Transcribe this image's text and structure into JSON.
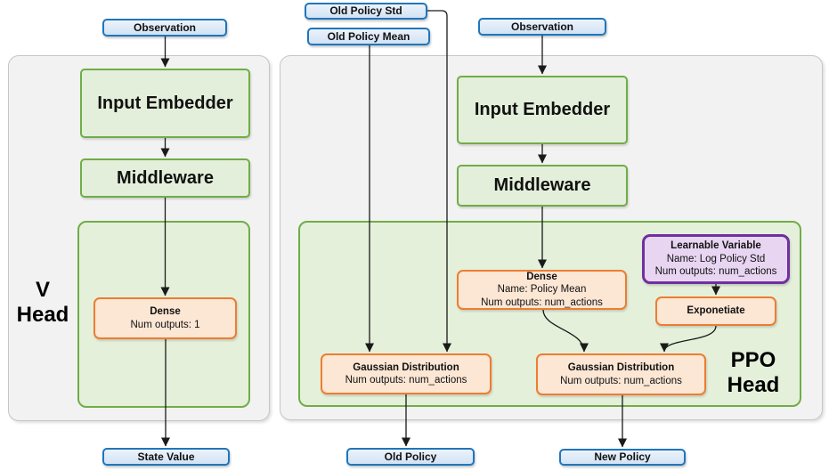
{
  "colors": {
    "blue_border": "#1f76bc",
    "blue_fill": "#dbe9f7",
    "green_border": "#70ad47",
    "green_fill": "#e3efda",
    "orange_border": "#ed7d31",
    "orange_fill": "#fce6d4",
    "purple_border": "#7030a0",
    "purple_fill": "#e8d5f2",
    "container_fill": "#f2f2f2",
    "container_border": "#c6c6c6",
    "arrow": "#1a1a1a"
  },
  "terminals": {
    "observation_left": "Observation",
    "old_policy_std": "Old Policy Std",
    "old_policy_mean": "Old Policy Mean",
    "observation_right": "Observation",
    "state_value": "State Value",
    "old_policy": "Old Policy",
    "new_policy": "New Policy"
  },
  "v_head": {
    "title_line1": "V",
    "title_line2": "Head",
    "input_embedder": "Input Embedder",
    "middleware": "Middleware",
    "dense": {
      "title": "Dense",
      "num_outputs": "Num outputs: 1"
    }
  },
  "ppo_head": {
    "title_line1": "PPO",
    "title_line2": "Head",
    "input_embedder": "Input Embedder",
    "middleware": "Middleware",
    "dense": {
      "title": "Dense",
      "name": "Name: Policy Mean",
      "num_outputs": "Num outputs: num_actions"
    },
    "learnable_variable": {
      "title": "Learnable Variable",
      "name": "Name: Log Policy Std",
      "num_outputs": "Num outputs: num_actions"
    },
    "exponetiate": "Exponetiate",
    "gaussian_old": {
      "title": "Gaussian Distribution",
      "num_outputs": "Num outputs: num_actions"
    },
    "gaussian_new": {
      "title": "Gaussian Distribution",
      "num_outputs": "Num outputs: num_actions"
    }
  }
}
